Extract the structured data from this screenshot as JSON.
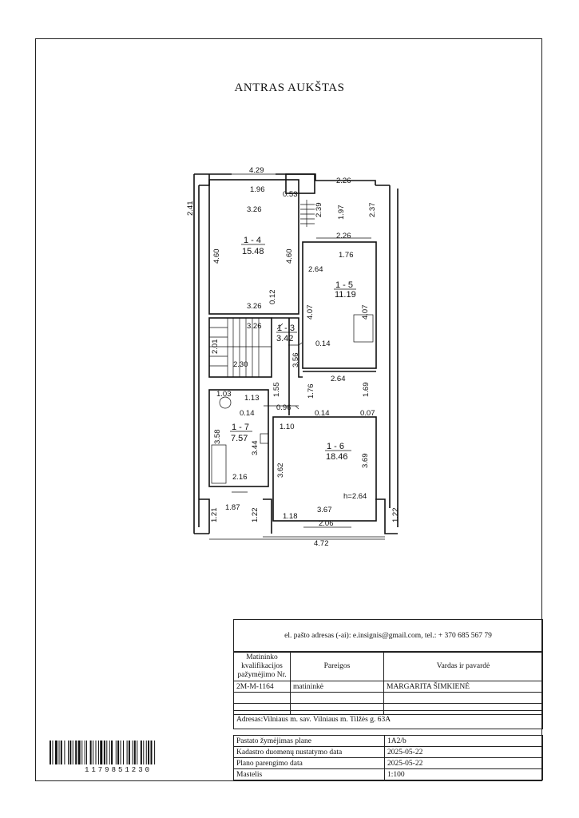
{
  "page": {
    "title": "ANTRAS AUKŠTAS"
  },
  "rooms": [
    {
      "id": "1 - 4",
      "area": "15.48"
    },
    {
      "id": "1 - 5",
      "area": "11.19"
    },
    {
      "id": "1 - 3",
      "area": "3.42"
    },
    {
      "id": "1 - 7",
      "area": "7.57"
    },
    {
      "id": "1 - 6",
      "area": "18.46"
    }
  ],
  "dimensions": [
    "4.29",
    "2.26",
    "1.96",
    "0.53",
    "2.41",
    "2.39",
    "1.97",
    "2.37",
    "3.26",
    "2.26",
    "4.60",
    "4.60",
    "1.76",
    "2.64",
    "0.12",
    "3.26",
    "4.07",
    "4.07",
    "3.26",
    "2.01",
    "0.14",
    "2.30",
    "3.56",
    "2.64",
    "1.03",
    "1.13",
    "1.55",
    "1.76",
    "1.69",
    "0.14",
    "0.96",
    "0.14",
    "0.07",
    "1.10",
    "3.58",
    "3.44",
    "3.62",
    "3.69",
    "2.16",
    "h=2.64",
    "1.87",
    "3.67",
    "1.21",
    "1.22",
    "1.18",
    "2.06",
    "1.22",
    "4.72"
  ],
  "stamp": {
    "contact": "el. pašto adresas (-ai): e.insignis@gmail.com, tel.: + 370 685 567 79",
    "hdr_qual": "Matininko kvalifikacijos pažymėjimo Nr.",
    "hdr_role": "Pareigos",
    "hdr_name": "Vardas ir pavardė",
    "qual_no": "2M-M-1164",
    "role": "matininkė",
    "name": "MARGARITA ŠIMKIENĖ",
    "address": "Adresas:Vilniaus m. sav. Vilniaus m. Tilžės g. 63A",
    "rows": [
      {
        "label": "Pastato žymėjimas plane",
        "value": "1A2/b"
      },
      {
        "label": "Kadastro duomenų nustatymo data",
        "value": "2025-05-22"
      },
      {
        "label": "Plano parengimo data",
        "value": "2025-05-22"
      },
      {
        "label": "Mastelis",
        "value": "1:100"
      }
    ]
  },
  "barcode": {
    "number": "1179851230"
  }
}
